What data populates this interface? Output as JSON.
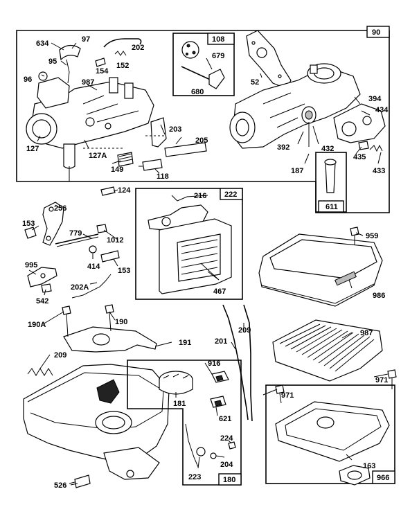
{
  "box_labels": {
    "b90": "90",
    "b108": "108",
    "b611": "611",
    "b222": "222",
    "b180": "180",
    "b966": "966"
  },
  "labels": {
    "l634": "634",
    "l97": "97",
    "l202": "202",
    "l95": "95",
    "l154": "154",
    "l152": "152",
    "l96": "96",
    "l987": "987",
    "l127": "127",
    "l127A": "127A",
    "l149": "149",
    "l118": "118",
    "l203": "203",
    "l205": "205",
    "l679": "679",
    "l680": "680",
    "l52": "52",
    "l394": "394",
    "l434": "434",
    "l392": "392",
    "l432": "432",
    "l187": "187",
    "l435": "435",
    "l433": "433",
    "l124": "124",
    "l216": "216",
    "l256": "256",
    "l153a": "153",
    "l779": "779",
    "l1012": "1012",
    "l414": "414",
    "l153b": "153",
    "l995": "995",
    "l542": "542",
    "l202A": "202A",
    "l467": "467",
    "l959": "959",
    "l986": "986",
    "l190A": "190A",
    "l190": "190",
    "l191": "191",
    "l201": "201",
    "l209a": "209",
    "l987b": "987",
    "l209b": "209",
    "l916": "916",
    "l181": "181",
    "l621": "621",
    "l971a": "971",
    "l971b": "971",
    "l224": "224",
    "l204": "204",
    "l223": "223",
    "l163": "163",
    "l526": "526"
  }
}
